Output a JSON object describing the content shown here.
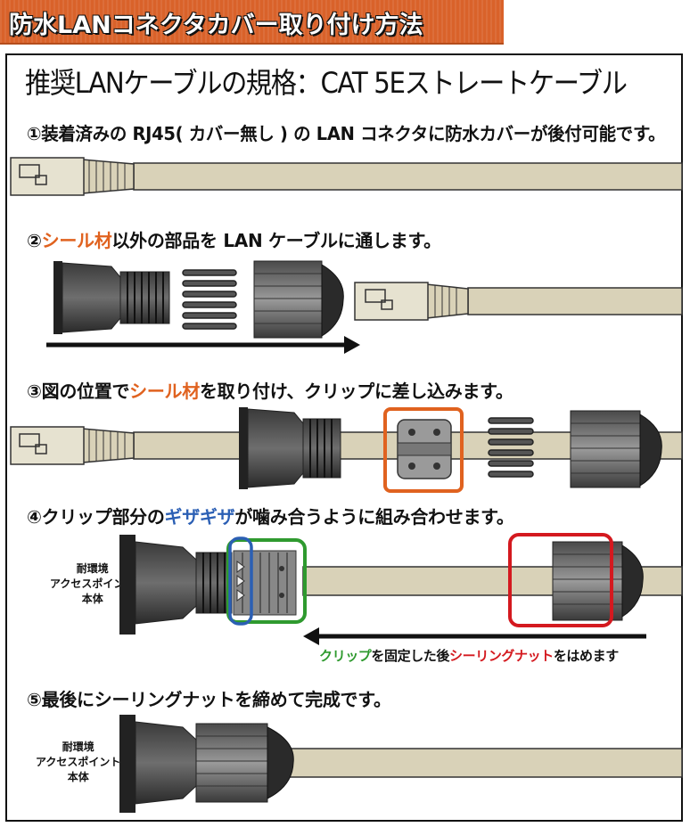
{
  "header": {
    "title": "防水LANコネクタカバー取り付け方法"
  },
  "spec": {
    "line": "推奨LANケーブルの規格：CAT 5Eストレートケーブル"
  },
  "steps": [
    {
      "num": "①",
      "parts": [
        "装着済みの RJ45( カバー無し ) の LAN コネクタに防水カバーが後付可能です。"
      ]
    },
    {
      "num": "②",
      "parts": [
        "シール材",
        "以外の部品を LAN ケーブルに通します。"
      ]
    },
    {
      "num": "③",
      "parts": [
        "図の位置で",
        "シール材",
        "を取り付け、クリップに差し込みます。"
      ]
    },
    {
      "num": "④",
      "parts": [
        "クリップ部分の",
        "ギザギザ",
        "が噛み合うように組み合わせます。"
      ]
    },
    {
      "num": "⑤",
      "parts": [
        "最後にシーリングナットを締めて完成です。"
      ]
    }
  ],
  "labels": {
    "body_line1": "耐環境",
    "body_line2": "アクセスポイント",
    "body_line3": "本体"
  },
  "caption": {
    "part1": "クリップ",
    "part2": "を固定した後",
    "part3": "シーリングナット",
    "part4": "をはめます"
  },
  "colors": {
    "title_bg": "#d9622a",
    "highlight_orange": "#e0621f",
    "highlight_blue": "#2b5fb4",
    "clip_ring": "#2f9a2f",
    "nut_ring": "#d4191f",
    "cable": "#d9d2b8"
  }
}
